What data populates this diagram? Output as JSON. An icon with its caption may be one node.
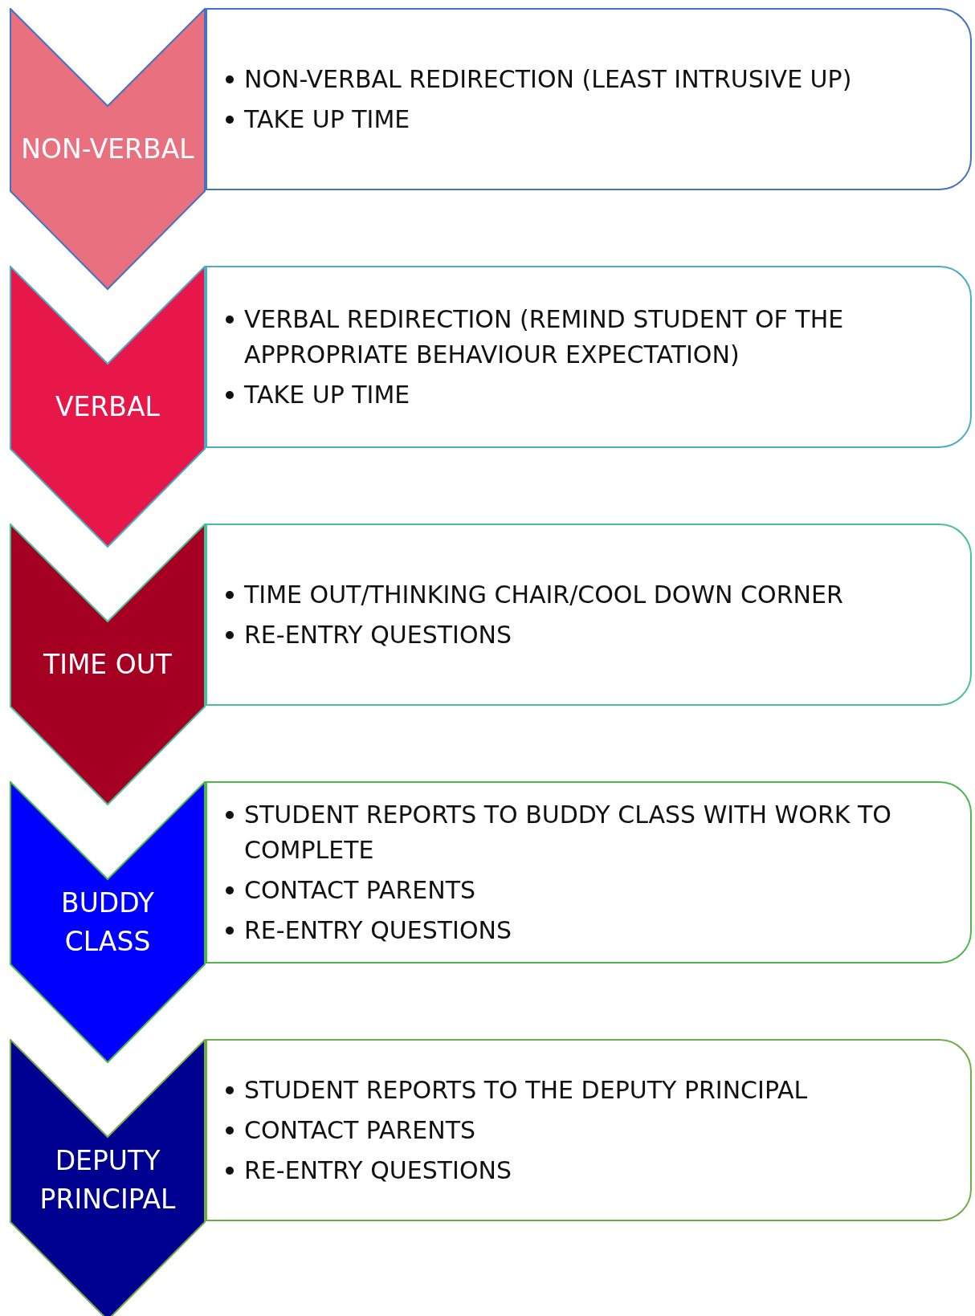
{
  "diagram": {
    "nodes": [
      {
        "text": [
          "NON-VERBAL"
        ]
      },
      {
        "text": [
          "NON-VERBAL REDIRECTION (LEAST INTRUSIVE UP)",
          "TAKE UP TIME"
        ]
      },
      {
        "text": [
          "VERBAL"
        ]
      },
      {
        "text": [
          "VERBAL REDIRECTION (REMIND STUDENT OF THE APPROPRIATE BEHAVIOUR EXPECTATION)",
          "TAKE UP TIME"
        ]
      },
      {
        "text": [
          "TIME OUT"
        ]
      },
      {
        "text": [
          "TIME OUT/THINKING CHAIR/COOL DOWN CORNER",
          "RE-ENTRY QUESTIONS"
        ]
      },
      {
        "text": [
          "BUDDY CLASS"
        ]
      },
      {
        "text": [
          "STUDENT REPORTS TO BUDDY CLASS WITH WORK TO COMPLETE",
          "CONTACT PARENTS",
          "RE-ENTRY QUESTIONS"
        ]
      },
      {
        "text": [
          "DEPUTY PRINCIPAL"
        ]
      },
      {
        "text": [
          "STUDENT REPORTS TO THE DEPUTY PRINCIPAL",
          "CONTACT PARENTS",
          "RE-ENTRY QUESTIONS"
        ]
      }
    ]
  }
}
